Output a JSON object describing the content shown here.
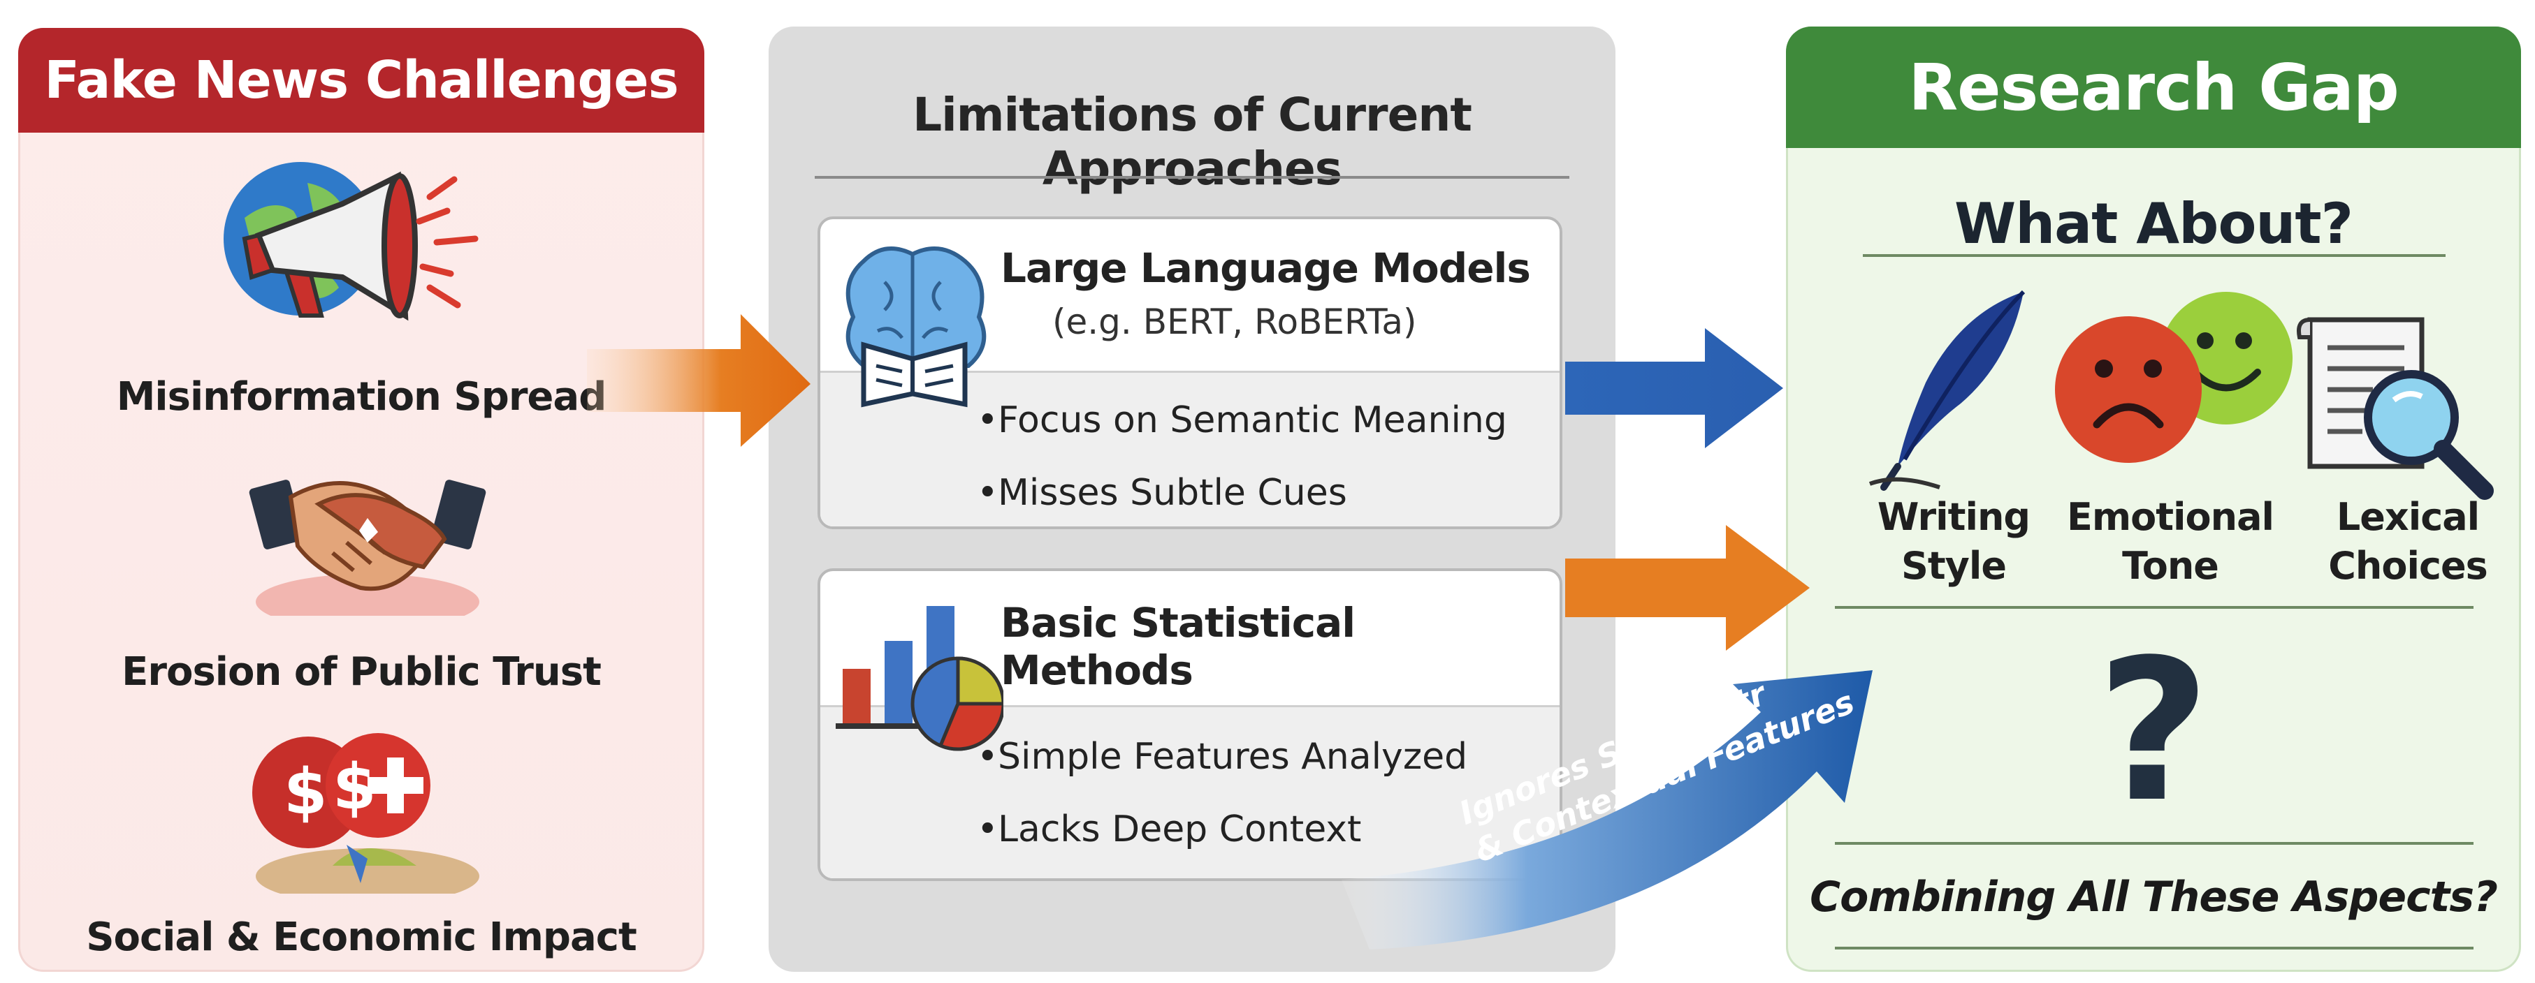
{
  "left_panel": {
    "title": "Fake News Challenges",
    "items": [
      {
        "label": "Misinformation Spread",
        "icon": "megaphone-globe-icon"
      },
      {
        "label": "Erosion of Public Trust",
        "icon": "handshake-icon"
      },
      {
        "label": "Social & Economic Impact",
        "icon": "money-health-icon"
      }
    ]
  },
  "middle_panel": {
    "title": "Limitations of Current Approaches",
    "cards": [
      {
        "title": "Large Language Models",
        "subtitle": "(e.g. BERT, RoBERTa)",
        "bullets": [
          "Focus on Semantic Meaning",
          "Misses Subtle Cues"
        ],
        "icon": "brain-book-icon"
      },
      {
        "title": "Basic Statistical Methods",
        "bullets": [
          "Simple Features Analyzed",
          "Lacks Deep Context"
        ],
        "icon": "bar-pie-chart-icon"
      }
    ],
    "arrow_label": {
      "line1": "Ignores Stylometr",
      "line2": "& Contextual Features"
    }
  },
  "right_panel": {
    "title": "Research Gap",
    "question": "What About?",
    "aspects": [
      {
        "line1": "Writing Style",
        "line2": "",
        "icon": "quill-icon"
      },
      {
        "line1": "Emotional",
        "line2": "Tone",
        "icon": "emotion-faces-icon"
      },
      {
        "line1": "Lexical",
        "line2": "Choices",
        "icon": "document-magnifier-icon"
      }
    ],
    "symbol": "?",
    "closing": "Combining All These Aspects?"
  },
  "colors": {
    "left_header": "#b4262b",
    "right_header": "#3f8a3b",
    "arrow_orange": "#e67e22",
    "arrow_blue": "#2d66b8",
    "middle_bg": "#dcdcdc"
  }
}
